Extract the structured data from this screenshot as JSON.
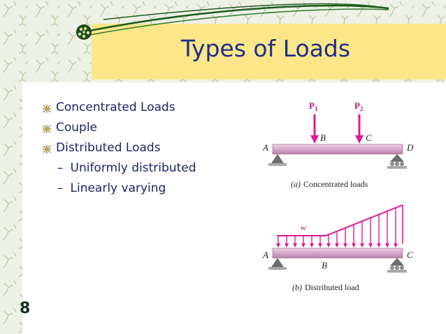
{
  "slide": {
    "title": "Types of Loads",
    "bullets": [
      "Concentrated Loads",
      "Couple",
      "Distributed Loads"
    ],
    "sub_bullets": [
      "Uniformly distributed",
      "Linearly varying"
    ],
    "page_number": "8"
  },
  "figure_a": {
    "load1": "P",
    "load1_sub": "1",
    "load2": "P",
    "load2_sub": "2",
    "point_a": "A",
    "point_b": "B",
    "point_c": "C",
    "point_d": "D",
    "caption_letter": "(a)",
    "caption_text": "Concentrated loads"
  },
  "figure_b": {
    "load_label": "w",
    "point_a": "A",
    "point_b": "B",
    "point_c": "C",
    "caption_letter": "(b)",
    "caption_text": "Distributed load"
  },
  "colors": {
    "title_band": "#fbe68a",
    "title_text": "#1f2f86",
    "body_text": "#1c2467",
    "load_arrows": "#e0189a",
    "beam": "#d8a6cb"
  }
}
